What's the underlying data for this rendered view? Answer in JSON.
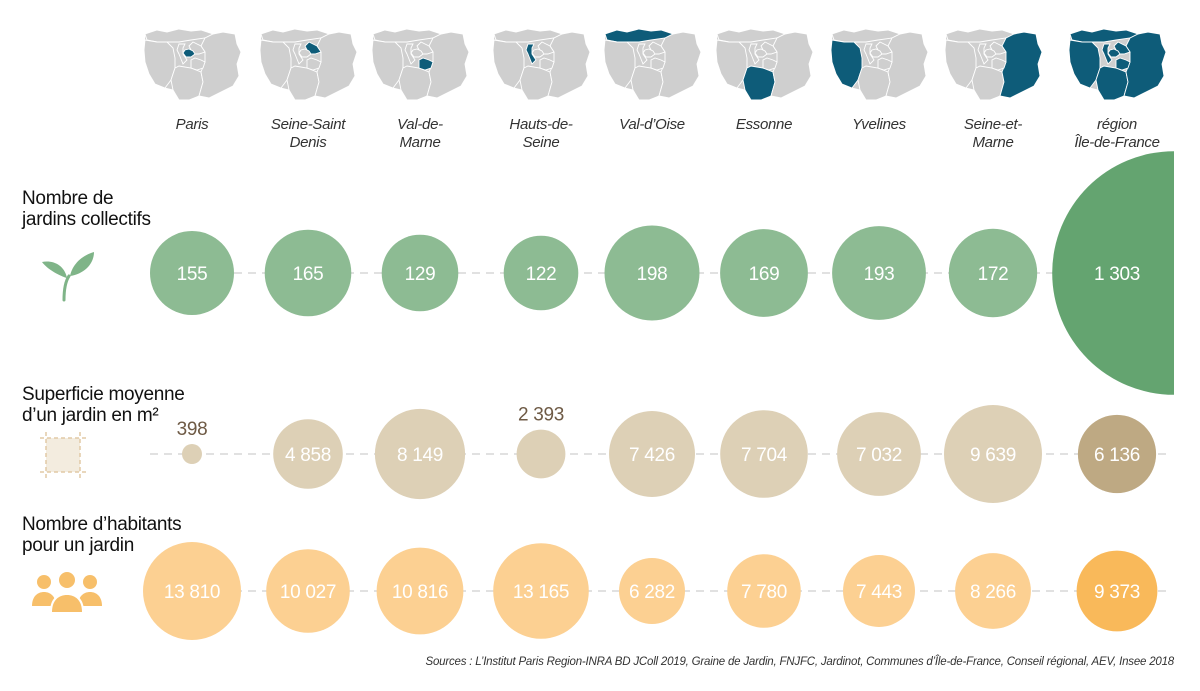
{
  "columns": [
    "Paris",
    "Seine-Saint Denis",
    "Val-de-Marne",
    "Hauts-de-Seine",
    "Val-d'Oise",
    "Essonne",
    "Yvelines",
    "Seine-et-Marne",
    "région Île-de-France"
  ],
  "column_lines": [
    [
      "Paris"
    ],
    [
      "Seine-Saint",
      "Denis"
    ],
    [
      "Val-de-",
      "Marne"
    ],
    [
      "Hauts-de-",
      "Seine"
    ],
    [
      "Val-d’Oise"
    ],
    [
      "Essonne"
    ],
    [
      "Yvelines"
    ],
    [
      "Seine-et-",
      "Marne"
    ],
    [
      "région",
      "Île-de-France"
    ]
  ],
  "rows": {
    "gardens": {
      "title_line1": "Nombre de",
      "title_line2": "jardins collectifs",
      "icon": "sprout-icon"
    },
    "surface": {
      "title_line1": "Superficie moyenne",
      "title_line2": "d’un jardin en m²",
      "icon": "plot-icon"
    },
    "people": {
      "title_line1": "Nombre d’habitants",
      "title_line2": "pour un jardin",
      "icon": "people-icon"
    }
  },
  "source": "Sources : L’Institut Paris Region-INRA BD JColl 2019, Graine de Jardin, FNJFC, Jardinot, Communes d’Île-de-France, Conseil régional, AEV, Insee 2018",
  "colors": {
    "green": "#8dbb93",
    "green_total": "#64a470",
    "beige": "#ddd0b6",
    "beige_total": "#bea983",
    "orange": "#fcd092",
    "orange_total": "#f9b95a",
    "map_gray": "#cfcfcf",
    "map_highlight": "#0e5c79"
  },
  "chart_data": {
    "type": "bubble-table",
    "categories": [
      "Paris",
      "Seine-Saint Denis",
      "Val-de-Marne",
      "Hauts-de-Seine",
      "Val-d'Oise",
      "Essonne",
      "Yvelines",
      "Seine-et-Marne",
      "région Île-de-France"
    ],
    "series": [
      {
        "name": "Nombre de jardins collectifs",
        "values": [
          155,
          165,
          129,
          122,
          198,
          169,
          193,
          172,
          1303
        ],
        "labels": [
          "155",
          "165",
          "129",
          "122",
          "198",
          "169",
          "193",
          "172",
          "1 303"
        ]
      },
      {
        "name": "Superficie moyenne d’un jardin en m²",
        "values": [
          398,
          4858,
          8149,
          2393,
          7426,
          7704,
          7032,
          9639,
          6136
        ],
        "labels": [
          "398",
          "4 858",
          "8 149",
          "2 393",
          "7 426",
          "7 704",
          "7 032",
          "9 639",
          "6 136"
        ]
      },
      {
        "name": "Nombre d’habitants pour un jardin",
        "values": [
          13810,
          10027,
          10816,
          13165,
          6282,
          7780,
          7443,
          8266,
          9373
        ],
        "labels": [
          "13 810",
          "10 027",
          "10 816",
          "13 165",
          "6 282",
          "7 780",
          "7 443",
          "8 266",
          "9 373"
        ]
      }
    ]
  }
}
